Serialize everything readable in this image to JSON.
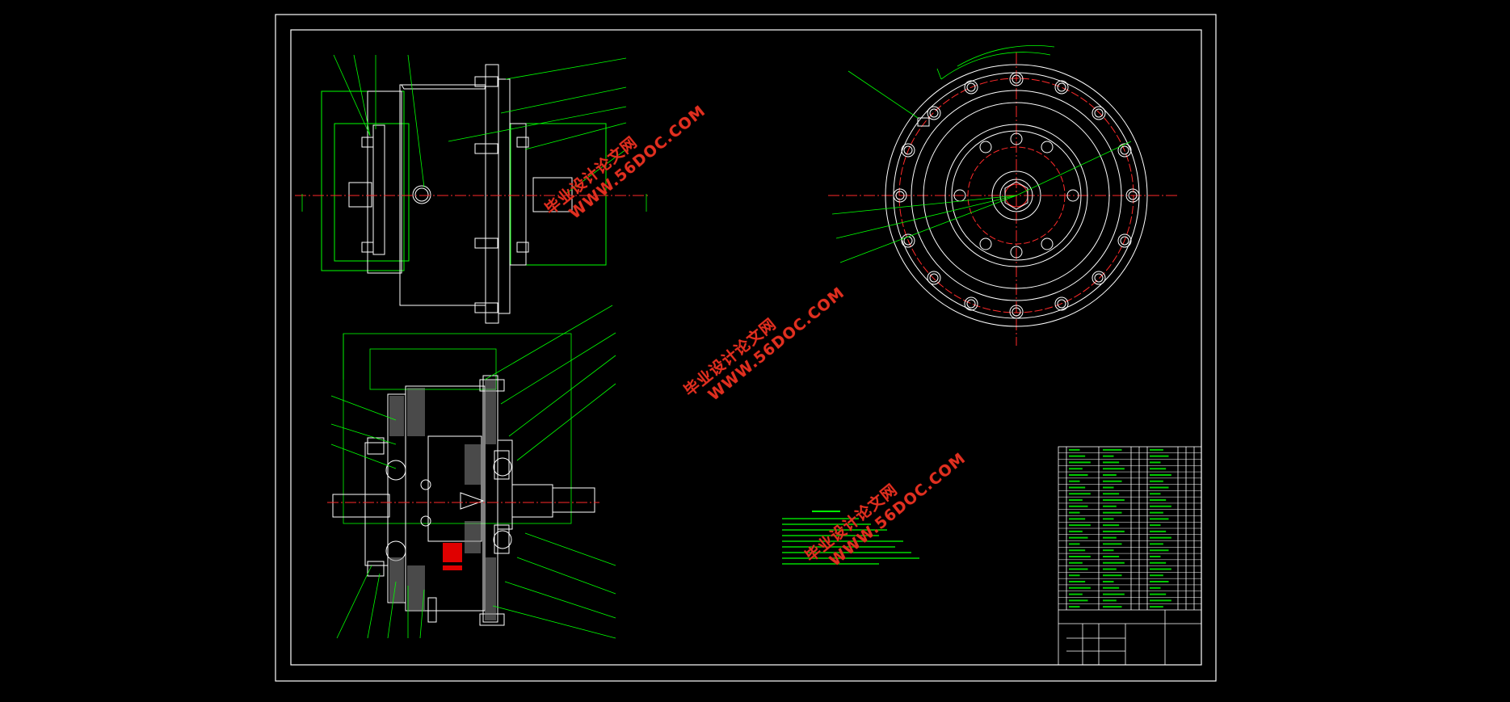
{
  "watermarks": [
    {
      "line1": "毕业设计论文网",
      "line2": "WWW.56DOC.COM"
    },
    {
      "line1": "毕业设计论文网",
      "line2": "WWW.56DOC.COM"
    },
    {
      "line1": "毕业设计论文网",
      "line2": "WWW.56DOC.COM"
    }
  ],
  "colors": {
    "outline": "#ffffff",
    "dimension": "#00ff00",
    "center": "#ff2a2a",
    "highlight": "#e00000"
  }
}
